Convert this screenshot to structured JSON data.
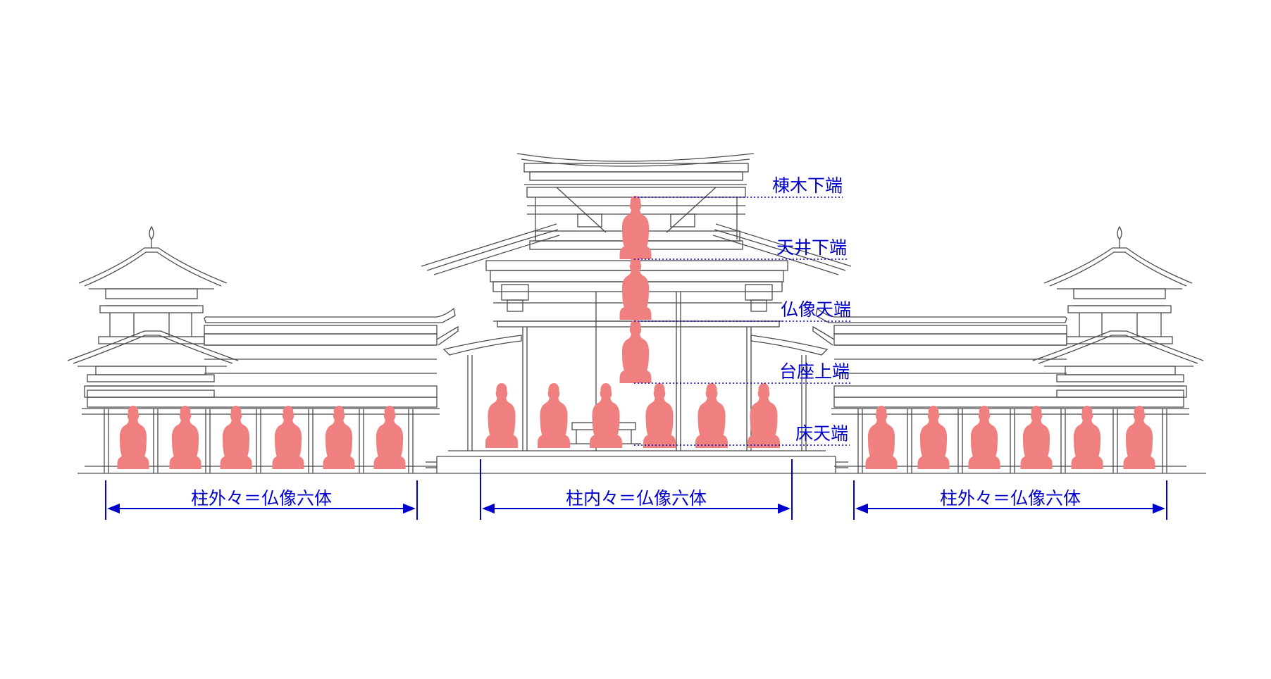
{
  "colors": {
    "line": "#4a4a4a",
    "buddha": "#f08080",
    "annotation": "#0000cc",
    "background": "#ffffff"
  },
  "levels": {
    "ridge": "棟木下端",
    "ceiling": "天井下端",
    "buddha_top": "仏像天端",
    "pedestal_top": "台座上端",
    "floor_top": "床天端"
  },
  "dimensions": {
    "left": "柱外々＝仏像六体",
    "center": "柱内々＝仏像六体",
    "right": "柱外々＝仏像六体"
  },
  "buddha_counts": {
    "left_wing": 6,
    "central_floor": 6,
    "central_stack": 3,
    "right_wing": 6
  }
}
